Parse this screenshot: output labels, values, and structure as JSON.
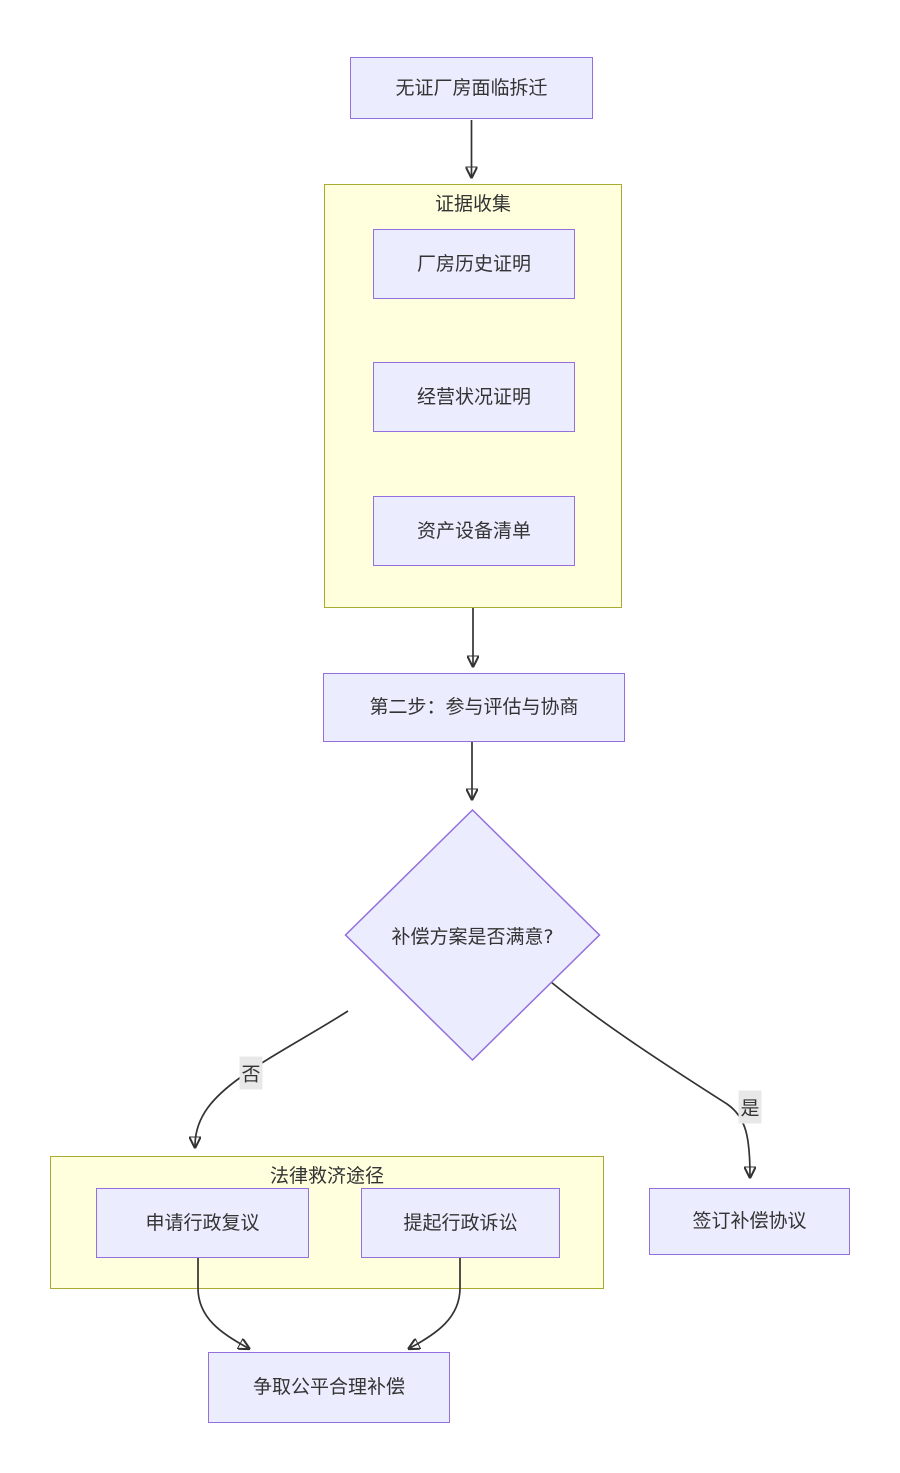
{
  "diagram": {
    "nodes": {
      "start": {
        "label": "无证厂房面临拆迁"
      },
      "step2": {
        "label": "第二步：参与评估与协商"
      },
      "decision": {
        "label": "补偿方案是否满意?"
      },
      "sign_agreement": {
        "label": "签订补偿协议"
      },
      "fair_compensation": {
        "label": "争取公平合理补偿"
      }
    },
    "clusters": {
      "evidence": {
        "title": "证据收集",
        "items": [
          {
            "label": "厂房历史证明"
          },
          {
            "label": "经营状况证明"
          },
          {
            "label": "资产设备清单"
          }
        ]
      },
      "legal": {
        "title": "法律救济途径",
        "items": [
          {
            "label": "申请行政复议"
          },
          {
            "label": "提起行政诉讼"
          }
        ]
      }
    },
    "edge_labels": {
      "no": "否",
      "yes": "是"
    },
    "colors": {
      "node_fill": "#ECECFF",
      "node_border": "#9370DB",
      "cluster_fill": "#FFFFDE",
      "cluster_border": "#AAAA33",
      "edge_line": "#333333",
      "edge_label_bg": "#E8E8E8",
      "text": "#333333",
      "background": "#FFFFFF"
    }
  }
}
